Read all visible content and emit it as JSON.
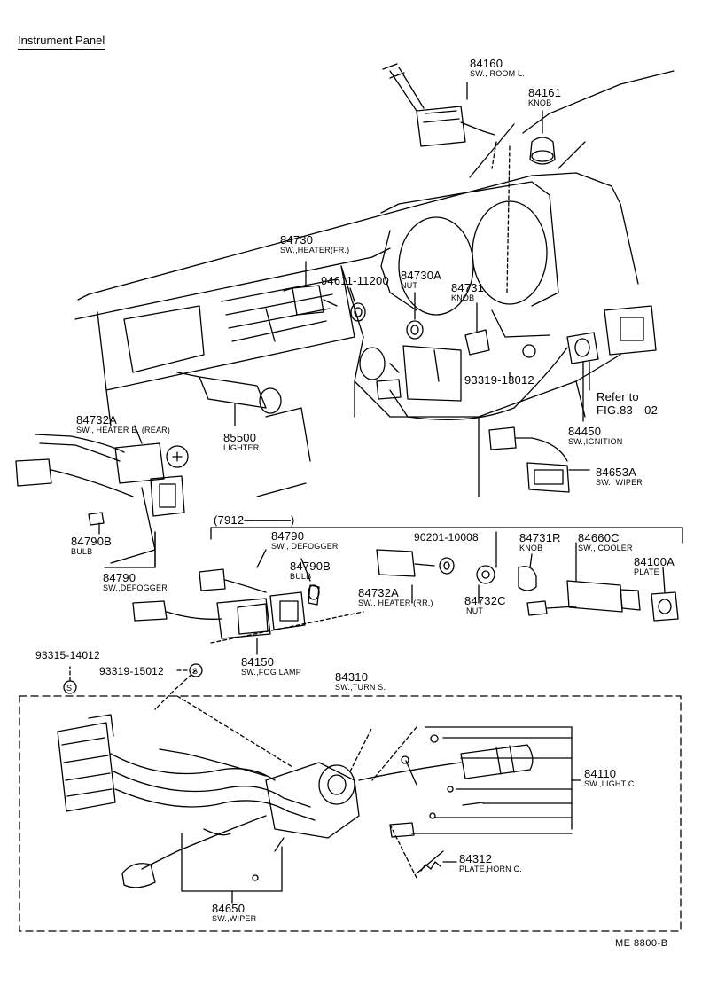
{
  "title": "Instrument Panel",
  "code": "ME 8800-B",
  "bracket_label": "(7912————)",
  "parts": {
    "p84160": {
      "num": "84160",
      "desc": "SW., ROOM L."
    },
    "p84161": {
      "num": "84161",
      "desc": "KNOB"
    },
    "p84730": {
      "num": "84730",
      "desc": "SW.,HEATER(FR.)"
    },
    "p94611": {
      "num": "94611-11200",
      "desc": ""
    },
    "p84730A": {
      "num": "84730A",
      "desc": "NUT"
    },
    "p84731": {
      "num": "84731",
      "desc": "KNOB"
    },
    "p93319a": {
      "num": "93319-13012",
      "desc": ""
    },
    "pRefer": {
      "num": "Refer to",
      "desc": "FIG.83—02"
    },
    "p84732A_rear": {
      "num": "84732A",
      "desc": "SW., HEATER B. (REAR)"
    },
    "p85500": {
      "num": "85500",
      "desc": "LIGHTER"
    },
    "p84450": {
      "num": "84450",
      "desc": "SW.,IGNITION"
    },
    "p84653A": {
      "num": "84653A",
      "desc": "SW., WIPER"
    },
    "p84790B_a": {
      "num": "84790B",
      "desc": "BULB"
    },
    "p84790_a": {
      "num": "84790",
      "desc": "SW.,DEFOGGER"
    },
    "p84790_b": {
      "num": "84790",
      "desc": "SW., DEFOGGER"
    },
    "p84790B_b": {
      "num": "84790B",
      "desc": "BULB"
    },
    "p90201": {
      "num": "90201-10008",
      "desc": ""
    },
    "p84731R": {
      "num": "84731R",
      "desc": "KNOB"
    },
    "p84660C": {
      "num": "84660C",
      "desc": "SW., COOLER"
    },
    "p84100A": {
      "num": "84100A",
      "desc": "PLATE"
    },
    "p84732A_rr": {
      "num": "84732A",
      "desc": "SW., HEATER (RR.)"
    },
    "p84732C": {
      "num": "84732C",
      "desc": "NUT"
    },
    "p84150": {
      "num": "84150",
      "desc": "SW.,FOG LAMP"
    },
    "p93315": {
      "num": "93315-14012",
      "desc": ""
    },
    "p93319b": {
      "num": "93319-15012",
      "desc": ""
    },
    "p84310": {
      "num": "84310",
      "desc": "SW.,TURN S."
    },
    "p84110": {
      "num": "84110",
      "desc": "SW.,LIGHT C."
    },
    "p84312": {
      "num": "84312",
      "desc": "PLATE,HORN C."
    },
    "p84650": {
      "num": "84650",
      "desc": "SW.,WIPER"
    }
  }
}
